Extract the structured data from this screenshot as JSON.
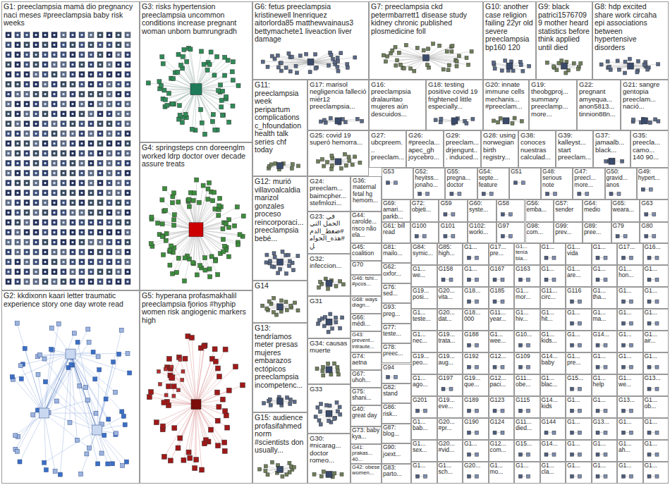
{
  "diagram": {
    "nodes": [
      {
        "text": [
          "G1: preeclampsia mamá dio pregnancy naci meses #preeclampsia baby risk weeks"
        ]
      },
      {
        "text": [
          "G2: kkdixonn kaari letter traumatic experience story one day wrote read"
        ]
      },
      {
        "text": [
          "G3: risks hypertension preeclampsia uncommon conditions increase pregnant woman unborn bumrungradh"
        ]
      },
      {
        "text": [
          "G4: springsteps cnn doreenglm worked ldrp doctor over decade assure treats"
        ]
      },
      {
        "text": [
          "G5: hyperana profasmakhalil preeclampsia fjorios #hyphip women risk angiogenic markers high"
        ]
      },
      {
        "text": [
          "G6: fetus preeclampsia kristinewell lnenriquez aitorlorda85 matthewvainaus3 bettymachete1 liveaction liver damage"
        ]
      },
      {
        "text": [
          "G7: preeclampsia ckd petermbarrett1 disease study kidney chronic published plosmedicine foll"
        ]
      },
      {
        "text": [
          "G10: another case religion failing 22yr old severe preeclampsia bp160 120"
        ]
      },
      {
        "text": [
          "G9: black patrici15767099 mother heard statistics before think applied until died"
        ]
      },
      {
        "text": [
          "G8: hdp excited share work circaha epi associations between hypertensive disorders"
        ]
      },
      {
        "text": [
          "G11: preeclampsia week peripartum complications c_hfoundation health talk series chf today"
        ]
      },
      {
        "text": [
          "G12: murió villavoalcaldia marizol gonzales proceso reincorporaci... preeclampsia bebé..."
        ]
      },
      {
        "text": [
          "G14"
        ]
      },
      {
        "text": [
          "G13: tendríamos meter presas mujeres embarazos ectópicos preeclampsia incompetenc..."
        ]
      },
      {
        "text": [
          "G15: audience profasifahmed norm #scientists don usually..."
        ]
      },
      {
        "text": [
          "G17: marisol negligencia falleció miér12 preeclampsia..."
        ]
      },
      {
        "text": [
          "G16: preeclampsia dralauritao mujeres aún descuidos..."
        ]
      },
      {
        "text": [
          "G18: testing positive covid 19 frightened little especially..."
        ]
      },
      {
        "text": [
          "G20: innate immune cells mechanis... #preeclam..."
        ]
      },
      {
        "text": [
          "G19: theobgproj... summary preeclamp... more..."
        ]
      },
      {
        "text": [
          "G22: pregnant amyequa... anon5813... tinnion88n..."
        ]
      },
      {
        "text": [
          "G21: sangre gentopia preeclam... nació..."
        ]
      },
      {
        "text": [
          "G25: covid 19 superó hemorra..."
        ]
      },
      {
        "text": [
          "G27: ubcpreem... preeclam..."
        ]
      },
      {
        "text": [
          "G26: #preecla... apec_gh joycebro..."
        ]
      },
      {
        "text": [
          "G29: preeclam... drjengunt... induced..."
        ]
      },
      {
        "text": [
          "G28: using norwegian birth registry..."
        ]
      },
      {
        "text": [
          "G38: conoces nuestras calculad..."
        ]
      },
      {
        "text": [
          "G39: kalleyst... start preeclam..."
        ]
      },
      {
        "text": [
          "G37: jamaalb... black..."
        ]
      },
      {
        "text": [
          "G35: preecla... camo... 140 90..."
        ]
      },
      {
        "text": [
          "G24: preeclam... baimcpher... stefmlozi..."
        ]
      },
      {
        "text": [
          "G36: maternal fetal hg hemom..."
        ]
      },
      {
        "text": [
          "G23: في الحمل التي #ضغط_الدم #هذه_الحوامل"
        ]
      },
      {
        "text": [
          "G32: infeccion..."
        ]
      },
      {
        "text": [
          "G31"
        ]
      },
      {
        "text": [
          "G34: causas muerte"
        ]
      },
      {
        "text": [
          "G33"
        ]
      },
      {
        "text": [
          "G30: #nicarag... doctor romeo..."
        ]
      },
      {
        "text": [
          "G44: carolde... risco não ela..."
        ]
      },
      {
        "text": [
          "G45: coalition"
        ]
      },
      {
        "text": [
          "G70"
        ]
      },
      {
        "text": [
          "G46: tshi... #pcos..."
        ]
      },
      {
        "text": [
          "G68: ways diagn..."
        ]
      },
      {
        "text": [
          "G66: médi..."
        ]
      },
      {
        "text": [
          "G43: prevent... intraute..."
        ]
      },
      {
        "text": [
          "G74: aetna"
        ]
      },
      {
        "text": [
          "G67: uhoh..."
        ]
      },
      {
        "text": [
          "G75: shani..."
        ]
      },
      {
        "text": [
          "G40: great day"
        ]
      },
      {
        "text": [
          "G73: baby kya..."
        ]
      },
      {
        "text": [
          "G41: prakas... 40..."
        ]
      },
      {
        "text": [
          "G42: obese women..."
        ]
      },
      {
        "text": [
          "G53"
        ]
      },
      {
        "text": [
          "G52: heyitss... jonaho..."
        ]
      },
      {
        "text": [
          "G55: pregna... doctor"
        ]
      },
      {
        "text": [
          "G54: septe... feature"
        ]
      },
      {
        "text": [
          "G51"
        ]
      },
      {
        "text": [
          "G48: serious note"
        ]
      },
      {
        "text": [
          "G47: preecl... more..."
        ]
      },
      {
        "text": [
          "G50: gravid... anos"
        ]
      },
      {
        "text": [
          "G49: hypert..."
        ]
      },
      {
        "text": [
          "G69: amari... parkb..."
        ]
      },
      {
        "text": [
          "G72: objeti..."
        ]
      },
      {
        "text": [
          "G59"
        ]
      },
      {
        "text": [
          "G60: syste..."
        ]
      },
      {
        "text": [
          "G58"
        ]
      },
      {
        "text": [
          "G56: emba..."
        ]
      },
      {
        "text": [
          "G57: sender"
        ]
      },
      {
        "text": [
          "G64: medio"
        ]
      },
      {
        "text": [
          "G65: weara..."
        ]
      },
      {
        "text": [
          "G63"
        ]
      },
      {
        "text": [
          "G61: bill read"
        ]
      },
      {
        "text": [
          "G100"
        ]
      },
      {
        "text": [
          "G101"
        ]
      },
      {
        "text": [
          "G102: worki..."
        ]
      },
      {
        "text": [
          "G97"
        ]
      },
      {
        "text": [
          "G98: com..."
        ]
      },
      {
        "text": [
          "G99: prev..."
        ]
      },
      {
        "text": [
          "G89: pree..."
        ]
      },
      {
        "text": [
          "G79"
        ]
      },
      {
        "text": [
          "G80"
        ]
      },
      {
        "text": [
          "G81: mailo..."
        ]
      },
      {
        "text": [
          "G62: oxfor..."
        ]
      },
      {
        "text": [
          "G76: sed..."
        ]
      },
      {
        "text": [
          "G93: preg..."
        ]
      },
      {
        "text": [
          "G77: teste..."
        ]
      },
      {
        "text": [
          "G78: preec..."
        ]
      },
      {
        "text": [
          "G94"
        ]
      },
      {
        "text": [
          "G82: stand"
        ]
      },
      {
        "text": [
          "G86: risk..."
        ]
      },
      {
        "text": [
          "G87: blog..."
        ]
      },
      {
        "text": [
          "G90: joext..."
        ]
      },
      {
        "text": [
          "G83: parto..."
        ]
      },
      {
        "text": [
          "G84: symic..."
        ]
      },
      {
        "text": [
          "G85: high..."
        ]
      },
      {
        "text": [
          "G1..."
        ]
      },
      {
        "text": [
          "G17... pre..."
        ]
      },
      {
        "text": [
          "G1... tenía bla..."
        ]
      },
      {
        "text": [
          "G1..."
        ]
      },
      {
        "text": [
          "G1... vida"
        ]
      },
      {
        "text": [
          "G1..."
        ]
      },
      {
        "text": [
          "G17..."
        ]
      },
      {
        "text": [
          "G16..."
        ]
      },
      {
        "text": [
          "G1... we..."
        ]
      },
      {
        "text": [
          "G158"
        ]
      },
      {
        "text": [
          "G1..."
        ]
      },
      {
        "text": [
          "G167"
        ]
      },
      {
        "text": [
          "G163"
        ]
      },
      {
        "text": [
          "G1..."
        ]
      },
      {
        "text": [
          "G1... are..."
        ]
      },
      {
        "text": [
          "G1..."
        ]
      },
      {
        "text": [
          "G1... hon..."
        ]
      },
      {
        "text": [
          "G1..."
        ]
      },
      {
        "text": [
          "G19... posi..."
        ]
      },
      {
        "text": [
          "G20... vita..."
        ]
      },
      {
        "text": [
          "G18..."
        ]
      },
      {
        "text": [
          "G185"
        ]
      },
      {
        "text": [
          "G1... mor..."
        ]
      },
      {
        "text": [
          "G11... circ..."
        ]
      },
      {
        "text": [
          "G116"
        ]
      },
      {
        "text": [
          "G1... tha..."
        ]
      },
      {
        "text": [
          "G1..."
        ]
      },
      {
        "text": [
          "G1..."
        ]
      },
      {
        "text": [
          "G1... teste..."
        ]
      },
      {
        "text": [
          "G20... dat..."
        ]
      },
      {
        "text": [
          "G18... 000"
        ]
      },
      {
        "text": [
          "G11... year..."
        ]
      },
      {
        "text": [
          "G1... hiv..."
        ]
      },
      {
        "text": [
          "G1... hit..."
        ]
      },
      {
        "text": [
          "G1..."
        ]
      },
      {
        "text": [
          "G1... ma..."
        ]
      },
      {
        "text": [
          "G1..."
        ]
      },
      {
        "text": [
          "G1..."
        ]
      },
      {
        "text": [
          "G1... nec..."
        ]
      },
      {
        "text": [
          "G19... trata..."
        ]
      },
      {
        "text": [
          "G188"
        ]
      },
      {
        "text": [
          "G1... wee..."
        ]
      },
      {
        "text": [
          "G10..."
        ]
      },
      {
        "text": [
          "G1... kids..."
        ]
      },
      {
        "text": [
          "G1..."
        ]
      },
      {
        "text": [
          "G14..."
        ]
      },
      {
        "text": [
          "G1..."
        ]
      },
      {
        "text": [
          "G1... air..."
        ]
      },
      {
        "text": [
          "G19... peo..."
        ]
      },
      {
        "text": [
          "G19... aug..."
        ]
      },
      {
        "text": [
          "G192"
        ]
      },
      {
        "text": [
          "G12..."
        ]
      },
      {
        "text": [
          "G109"
        ]
      },
      {
        "text": [
          "G14... baby"
        ]
      },
      {
        "text": [
          "G1... pre..."
        ]
      },
      {
        "text": [
          "G1..."
        ]
      },
      {
        "text": [
          "G1..."
        ]
      },
      {
        "text": [
          "G1..."
        ]
      },
      {
        "text": [
          "G1... ago..."
        ]
      },
      {
        "text": [
          "G197"
        ]
      },
      {
        "text": [
          "G19... que..."
        ]
      },
      {
        "text": [
          "G12... paci..."
        ]
      },
      {
        "text": [
          "G11... obe..."
        ]
      },
      {
        "text": [
          "G1... blac..."
        ]
      },
      {
        "text": [
          "G15..."
        ]
      },
      {
        "text": [
          "G1... help"
        ]
      },
      {
        "text": [
          "G1... we..."
        ]
      },
      {
        "text": [
          "G13..."
        ]
      },
      {
        "text": [
          "G201"
        ]
      },
      {
        "text": [
          "G19... eve..."
        ]
      },
      {
        "text": [
          "G189"
        ]
      },
      {
        "text": [
          "G123"
        ]
      },
      {
        "text": [
          "G115"
        ]
      },
      {
        "text": [
          "G14... kids"
        ]
      },
      {
        "text": [
          "G1..."
        ]
      },
      {
        "text": [
          "G1..."
        ]
      },
      {
        "text": [
          "G13..."
        ]
      },
      {
        "text": [
          "G1... ob..."
        ]
      },
      {
        "text": [
          "G1... bab..."
        ]
      },
      {
        "text": [
          "G20... #pr..."
        ]
      },
      {
        "text": [
          "G190"
        ]
      },
      {
        "text": [
          "G124"
        ]
      },
      {
        "text": [
          "G11... died..."
        ]
      },
      {
        "text": [
          "G144"
        ]
      },
      {
        "text": [
          "G1..."
        ]
      },
      {
        "text": [
          "G13..."
        ]
      },
      {
        "text": [
          "G1..."
        ]
      },
      {
        "text": [
          "G1..."
        ]
      },
      {
        "text": [
          "G1... sex..."
        ]
      },
      {
        "text": [
          "G20... #vid..."
        ]
      },
      {
        "text": [
          "G1..."
        ]
      },
      {
        "text": [
          "G12... com..."
        ]
      },
      {
        "text": [
          "G15..."
        ]
      },
      {
        "text": [
          "G14..."
        ]
      },
      {
        "text": [
          "G1..."
        ]
      },
      {
        "text": [
          "G1..."
        ]
      },
      {
        "text": [
          "G1... ah..."
        ]
      },
      {
        "text": [
          "G1..."
        ]
      },
      {
        "text": [
          "G1..."
        ]
      },
      {
        "text": [
          "G1... sch..."
        ]
      },
      {
        "text": [
          "G20..."
        ]
      },
      {
        "text": [
          "G1... mo..."
        ]
      },
      {
        "text": [
          "G1..."
        ]
      },
      {
        "text": [
          "G1... cla..."
        ]
      },
      {
        "text": [
          "G1..."
        ]
      },
      {
        "text": [
          "G1..."
        ]
      },
      {
        "text": [
          "G1..."
        ]
      },
      {
        "text": [
          "G1..."
        ]
      }
    ]
  }
}
